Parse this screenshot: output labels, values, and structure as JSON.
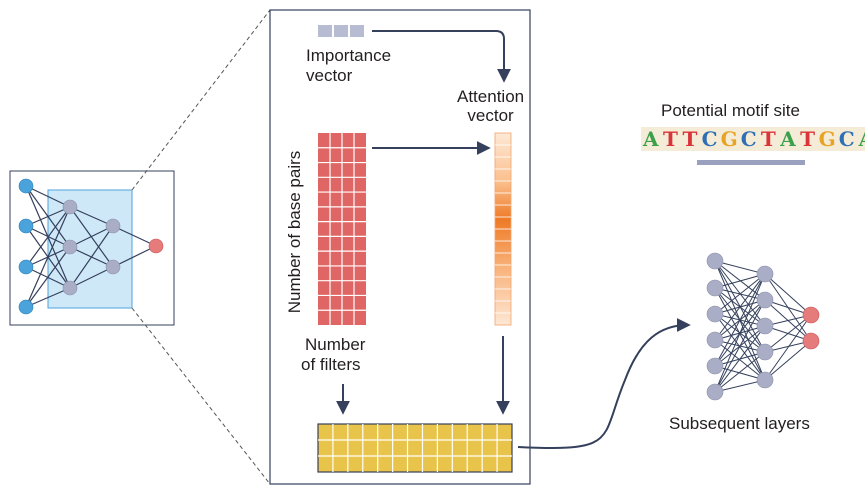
{
  "labels": {
    "importance_vector": [
      "Importance",
      "vector"
    ],
    "attention_vector": [
      "Attention",
      "vector"
    ],
    "base_pairs_axis": "Number of base pairs",
    "filters_axis": [
      "Number",
      "of filters"
    ],
    "motif_title": "Potential motif site",
    "subsequent_layers": "Subsequent layers"
  },
  "motif_sequence": [
    {
      "base": "A",
      "color": "#3aa14a"
    },
    {
      "base": "T",
      "color": "#d8343a"
    },
    {
      "base": "T",
      "color": "#d8343a"
    },
    {
      "base": "C",
      "color": "#2f6fb4"
    },
    {
      "base": "G",
      "color": "#e8a325"
    },
    {
      "base": "C",
      "color": "#2f6fb4"
    },
    {
      "base": "T",
      "color": "#d8343a"
    },
    {
      "base": "A",
      "color": "#3aa14a"
    },
    {
      "base": "T",
      "color": "#d8343a"
    },
    {
      "base": "G",
      "color": "#e8a325"
    },
    {
      "base": "C",
      "color": "#2f6fb4"
    },
    {
      "base": "A",
      "color": "#3aa14a"
    }
  ],
  "colors": {
    "input_node": "#4ba3dc",
    "hidden_node": "#a9adc6",
    "output_node": "#e57b7b",
    "highlight_box": "#cfe8f8",
    "conv_matrix": "#e06666",
    "combined_matrix": "#e8c44a",
    "importance_cells": "#b7bcd3",
    "arrow": "#34405c",
    "attention_gradient": [
      "#fde7d4",
      "#f9b27a",
      "#ee7a26",
      "#f9b27a",
      "#fde7d4"
    ]
  }
}
